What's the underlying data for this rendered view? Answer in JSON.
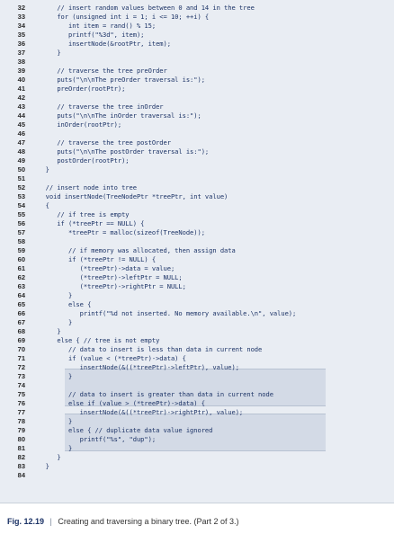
{
  "code_lines": [
    {
      "n": "32",
      "text": "      // insert random values between 0 and 14 in the tree"
    },
    {
      "n": "33",
      "text": "      for (unsigned int i = 1; i <= 10; ++i) {"
    },
    {
      "n": "34",
      "text": "         int item = rand() % 15;"
    },
    {
      "n": "35",
      "text": "         printf(\"%3d\", item);"
    },
    {
      "n": "36",
      "text": "         insertNode(&rootPtr, item);"
    },
    {
      "n": "37",
      "text": "      }"
    },
    {
      "n": "38",
      "text": ""
    },
    {
      "n": "39",
      "text": "      // traverse the tree preOrder"
    },
    {
      "n": "40",
      "text": "      puts(\"\\n\\nThe preOrder traversal is:\");"
    },
    {
      "n": "41",
      "text": "      preOrder(rootPtr);"
    },
    {
      "n": "42",
      "text": ""
    },
    {
      "n": "43",
      "text": "      // traverse the tree inOrder"
    },
    {
      "n": "44",
      "text": "      puts(\"\\n\\nThe inOrder traversal is:\");"
    },
    {
      "n": "45",
      "text": "      inOrder(rootPtr);"
    },
    {
      "n": "46",
      "text": ""
    },
    {
      "n": "47",
      "text": "      // traverse the tree postOrder"
    },
    {
      "n": "48",
      "text": "      puts(\"\\n\\nThe postOrder traversal is:\");"
    },
    {
      "n": "49",
      "text": "      postOrder(rootPtr);"
    },
    {
      "n": "50",
      "text": "   }"
    },
    {
      "n": "51",
      "text": ""
    },
    {
      "n": "52",
      "text": "   // insert node into tree"
    },
    {
      "n": "53",
      "text": "   void insertNode(TreeNodePtr *treePtr, int value)"
    },
    {
      "n": "54",
      "text": "   {"
    },
    {
      "n": "55",
      "text": "      // if tree is empty"
    },
    {
      "n": "56",
      "text": "      if (*treePtr == NULL) {"
    },
    {
      "n": "57",
      "text": "         *treePtr = malloc(sizeof(TreeNode));"
    },
    {
      "n": "58",
      "text": ""
    },
    {
      "n": "59",
      "text": "         // if memory was allocated, then assign data"
    },
    {
      "n": "60",
      "text": "         if (*treePtr != NULL) {"
    },
    {
      "n": "61",
      "text": "            (*treePtr)->data = value;"
    },
    {
      "n": "62",
      "text": "            (*treePtr)->leftPtr = NULL;"
    },
    {
      "n": "63",
      "text": "            (*treePtr)->rightPtr = NULL;"
    },
    {
      "n": "64",
      "text": "         }"
    },
    {
      "n": "65",
      "text": "         else {"
    },
    {
      "n": "66",
      "text": "            printf(\"%d not inserted. No memory available.\\n\", value);"
    },
    {
      "n": "67",
      "text": "         }"
    },
    {
      "n": "68",
      "text": "      }"
    },
    {
      "n": "69",
      "text": "      else { // tree is not empty"
    },
    {
      "n": "70",
      "text": "         // data to insert is less than data in current node"
    },
    {
      "n": "71",
      "text": "         if (value < (*treePtr)->data) {"
    },
    {
      "n": "72",
      "text": "            insertNode(&((*treePtr)->leftPtr), value);"
    },
    {
      "n": "73",
      "text": "         }"
    },
    {
      "n": "74",
      "text": ""
    },
    {
      "n": "75",
      "text": "         // data to insert is greater than data in current node"
    },
    {
      "n": "76",
      "text": "         else if (value > (*treePtr)->data) {"
    },
    {
      "n": "77",
      "text": "            insertNode(&((*treePtr)->rightPtr), value);"
    },
    {
      "n": "78",
      "text": "         }"
    },
    {
      "n": "79",
      "text": "         else { // duplicate data value ignored"
    },
    {
      "n": "80",
      "text": "            printf(\"%s\", \"dup\");"
    },
    {
      "n": "81",
      "text": "         }"
    },
    {
      "n": "82",
      "text": "      }"
    },
    {
      "n": "83",
      "text": "   }"
    },
    {
      "n": "84",
      "text": ""
    }
  ],
  "caption": {
    "figure": "Fig. 12.19",
    "separator": "|",
    "description": "Creating and traversing a binary tree. (Part 2 of 3.)"
  }
}
